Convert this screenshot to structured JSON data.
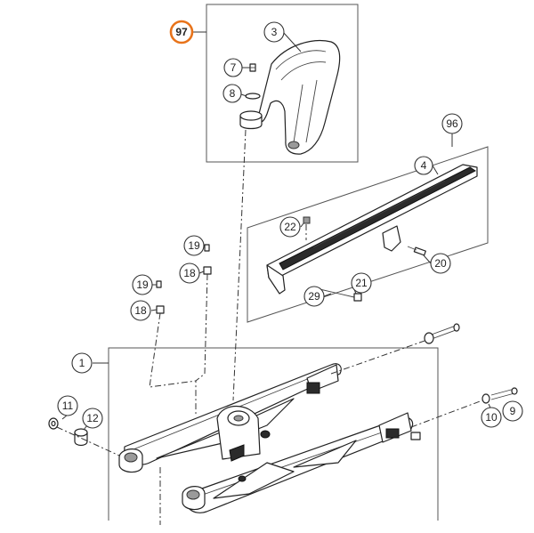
{
  "diagram": {
    "callouts": {
      "c97": "97",
      "c3": "3",
      "c7": "7",
      "c8": "8",
      "c96": "96",
      "c4": "4",
      "c22": "22",
      "c20": "20",
      "c21": "21",
      "c29": "29",
      "c19a": "19",
      "c18a": "18",
      "c19b": "19",
      "c18b": "18",
      "c1": "1",
      "c11": "11",
      "c12": "12",
      "c10": "10",
      "c9": "9"
    },
    "highlight_color": "#e8731a"
  }
}
